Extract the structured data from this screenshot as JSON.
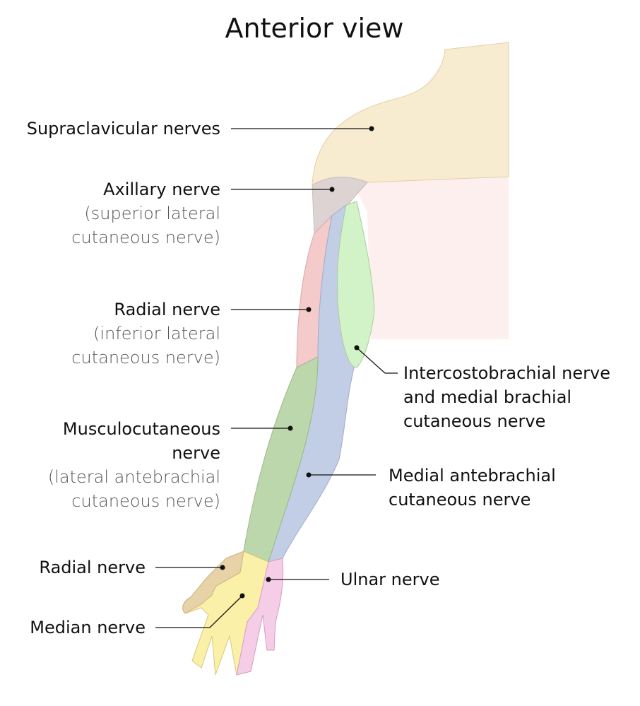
{
  "title": "Anterior view",
  "labels": {
    "supraclavicular": {
      "name": "Supraclavicular nerves"
    },
    "axillary": {
      "name": "Axillary nerve",
      "sub1": "(superior lateral",
      "sub2": "cutaneous nerve)"
    },
    "radial_upper": {
      "name": "Radial nerve",
      "sub1": "(inferior lateral",
      "sub2": "cutaneous nerve)"
    },
    "musculocutaneous": {
      "name1": "Musculocutaneous",
      "name2": "nerve",
      "sub1": "(lateral antebrachial",
      "sub2": "cutaneous nerve)"
    },
    "radial_hand": {
      "name": "Radial nerve"
    },
    "median": {
      "name": "Median nerve"
    },
    "intercostobrachial": {
      "line1": "Intercostobrachial nerve",
      "line2": "and medial brachial",
      "line3": "cutaneous nerve"
    },
    "medial_antebrachial": {
      "line1": "Medial antebrachial",
      "line2": "cutaneous nerve"
    },
    "ulnar": {
      "name": "Ulnar nerve"
    }
  },
  "colors": {
    "body": "#fcefee",
    "supraclavicular": "#f8ecd0",
    "axillary": "#ddd3d2",
    "radial": "#f4caca",
    "medial_brachial": "#d2f2c8",
    "medial_antebrachial": "#c2cee6",
    "musculocutaneous": "#bdd7ad",
    "radial_hand": "#e7d3a7",
    "median": "#fbf0a8",
    "ulnar": "#f5cde6"
  }
}
